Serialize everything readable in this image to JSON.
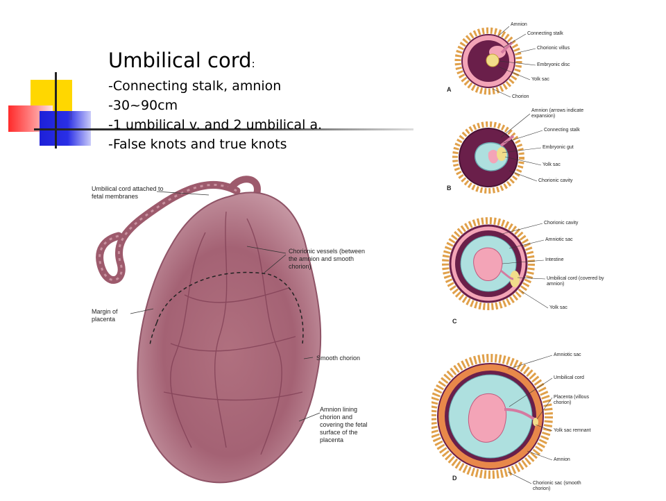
{
  "slide": {
    "title": "Umbilical cord",
    "title_colon": ":",
    "bullets": [
      "-Connecting stalk, amnion",
      "-30~90cm",
      "-1 umbilical v. and 2 umbilical a.",
      "-False knots and true knots"
    ]
  },
  "photo": {
    "labels": [
      "Umbilical cord attached to fetal membranes",
      "Margin of placenta",
      "Chorionic vessels (between the amnion and smooth chorion)",
      "Smooth chorion",
      "Amnion lining chorion and covering the fetal surface of the placenta"
    ]
  },
  "diagrams": {
    "a": {
      "letter": "A",
      "labels": [
        "Amnion",
        "Connecting stalk",
        "Chorionic villus",
        "Embryonic disc",
        "Yolk sac",
        "Chorion"
      ]
    },
    "b": {
      "letter": "B",
      "labels": [
        "Amnion (arrows indicate expansion)",
        "Connecting stalk",
        "Embryonic gut",
        "Yolk sac",
        "Chorionic cavity"
      ]
    },
    "c": {
      "letter": "C",
      "labels": [
        "Chorionic cavity",
        "Amniotic sac",
        "Intestine",
        "Umbilical cord (covered by amnion)",
        "Yolk sac"
      ]
    },
    "d": {
      "letter": "D",
      "labels": [
        "Amniotic sac",
        "Umbilical cord",
        "Placenta (villous chorion)",
        "Yolk sac remnant",
        "Amnion",
        "Chorionic sac (smooth chorion)"
      ]
    }
  },
  "colors": {
    "accent_yellow": "#ffd700",
    "accent_red": "#ff2a2a",
    "accent_blue": "#1d20d8",
    "placenta_pink": "#b97a8c",
    "chorion_purple": "#6a1f4a",
    "amnion_cyan": "#aee0df",
    "villi_orange": "#e0a04a"
  }
}
